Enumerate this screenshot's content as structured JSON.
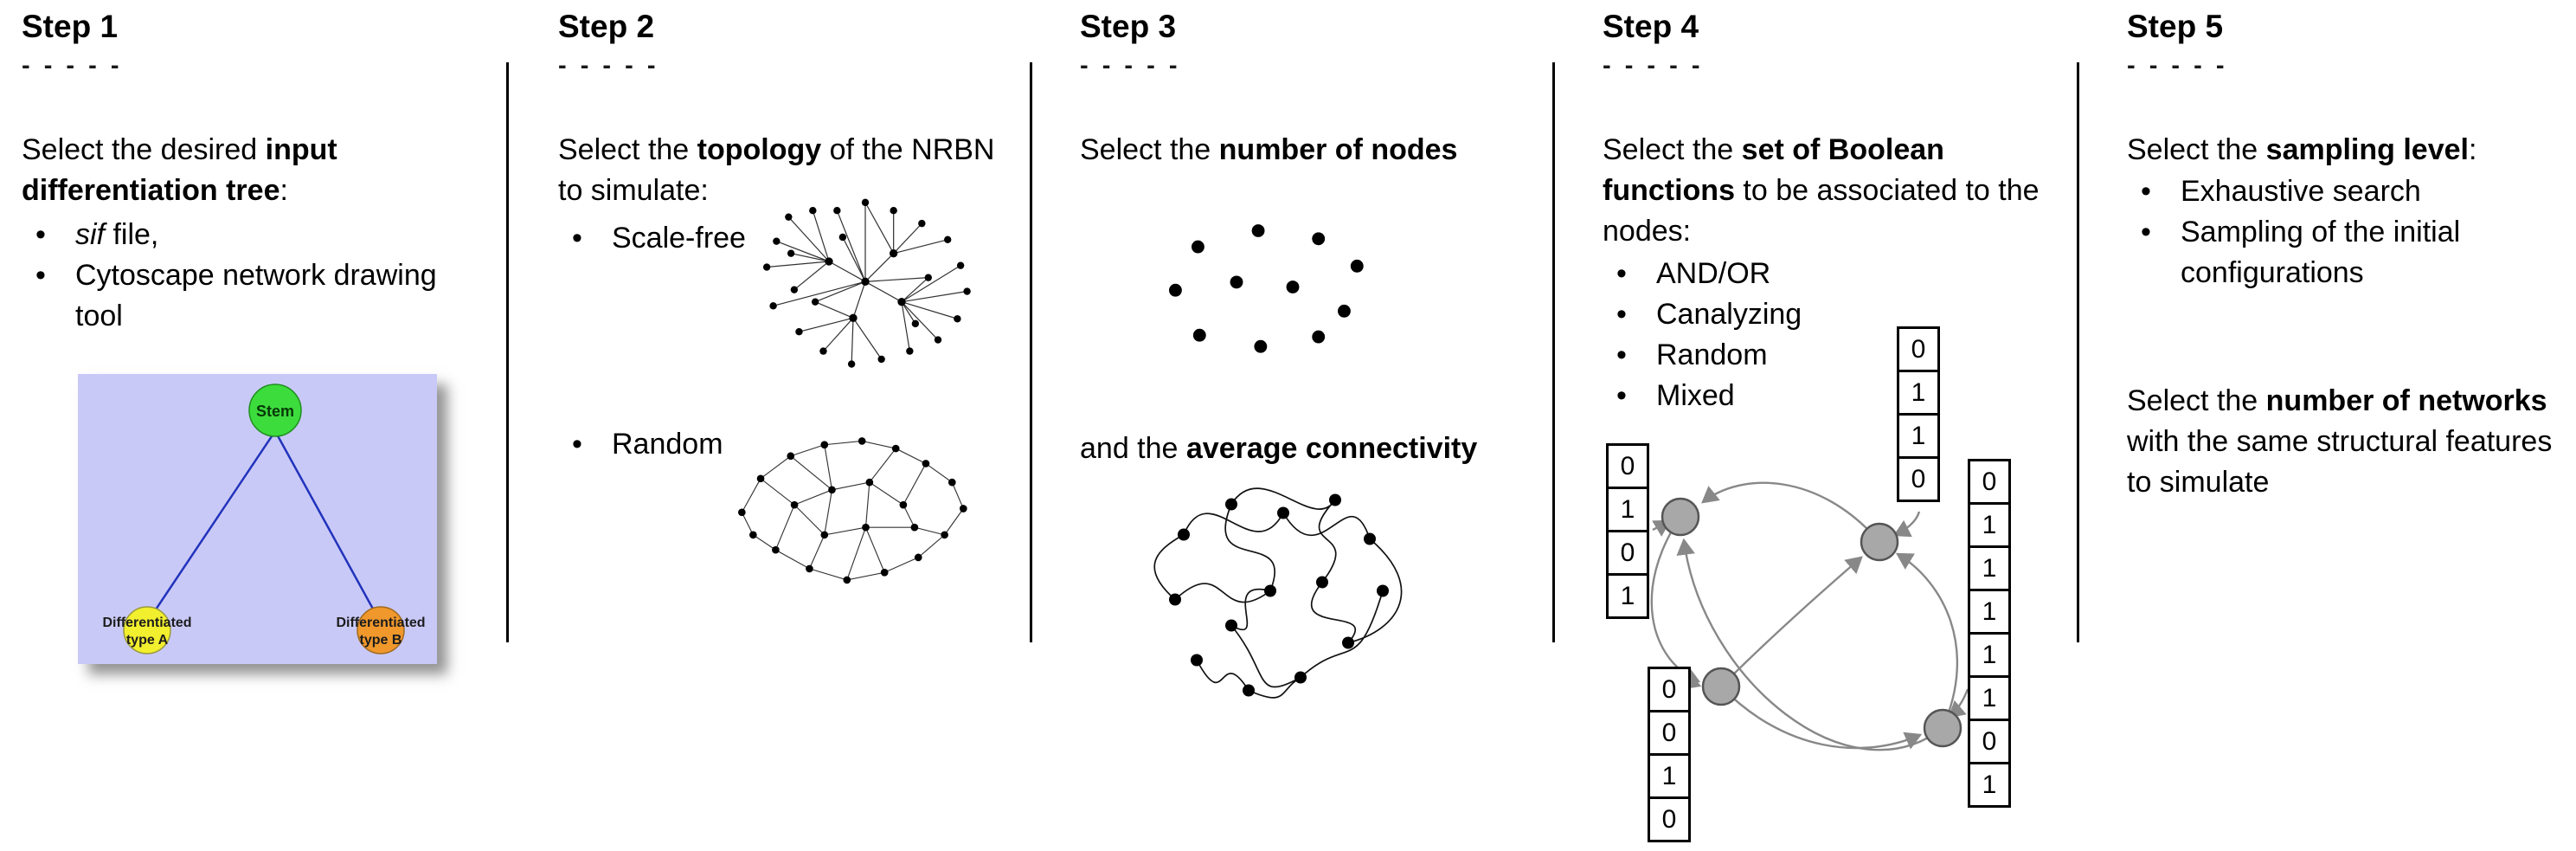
{
  "steps": [
    {
      "title": "Step 1",
      "dashes": "- - - - -",
      "desc_pre": "Select the desired ",
      "desc_bold": "input differentiation tree",
      "desc_post": ":",
      "bullets": [
        {
          "italic": "sif",
          "text": " file,"
        },
        {
          "text": "Cytoscape network drawing tool"
        }
      ],
      "tree": {
        "bg_color": "#c9c9f8",
        "line_color": "#2233bb",
        "root_label": "Stem",
        "root_color": "#3ddc3d",
        "left_label_line1": "Differentiated",
        "left_label_line2": "type A",
        "left_color": "#f2ef2e",
        "right_label_line1": "Differentiated",
        "right_label_line2": "type B",
        "right_color": "#f0982c"
      }
    },
    {
      "title": "Step 2",
      "dashes": "- - - - -",
      "desc_pre": "Select the ",
      "desc_bold": "topology",
      "desc_post": " of the NRBN to simulate:",
      "bullets": [
        {
          "text": "Scale-free"
        },
        {
          "text": "Random"
        }
      ]
    },
    {
      "title": "Step 3",
      "dashes": "- - - - -",
      "desc_pre": "Select the ",
      "desc_bold": "number of nodes",
      "desc_post": "",
      "desc2_pre": "and the ",
      "desc2_bold": "average connectivity",
      "desc2_post": ""
    },
    {
      "title": "Step 4",
      "dashes": "- - - - -",
      "desc_pre": "Select the ",
      "desc_bold": "set of Boolean functions",
      "desc_post": " to be associated to the nodes:",
      "bullets": [
        {
          "text": "AND/OR"
        },
        {
          "text": "Canalyzing"
        },
        {
          "text": "Random"
        },
        {
          "text": "Mixed"
        }
      ],
      "diagram": {
        "node_color": "#a8a8a8",
        "arrow_color": "#888888",
        "tables": {
          "top": [
            "0",
            "1",
            "1",
            "0"
          ],
          "left": [
            "0",
            "1",
            "0",
            "1"
          ],
          "right": [
            "0",
            "1",
            "1",
            "1",
            "1",
            "1",
            "0",
            "1"
          ],
          "bottom": [
            "0",
            "0",
            "1",
            "0"
          ]
        }
      }
    },
    {
      "title": "Step 5",
      "dashes": "- - - - -",
      "desc_pre": "Select the ",
      "desc_bold": "sampling level",
      "desc_post": ":",
      "bullets": [
        {
          "text": "Exhaustive search"
        },
        {
          "text": "Sampling of the initial configurations"
        }
      ],
      "desc2_pre": "Select the ",
      "desc2_bold": "number of networks",
      "desc2_post": " with the same structural features to simulate"
    }
  ]
}
